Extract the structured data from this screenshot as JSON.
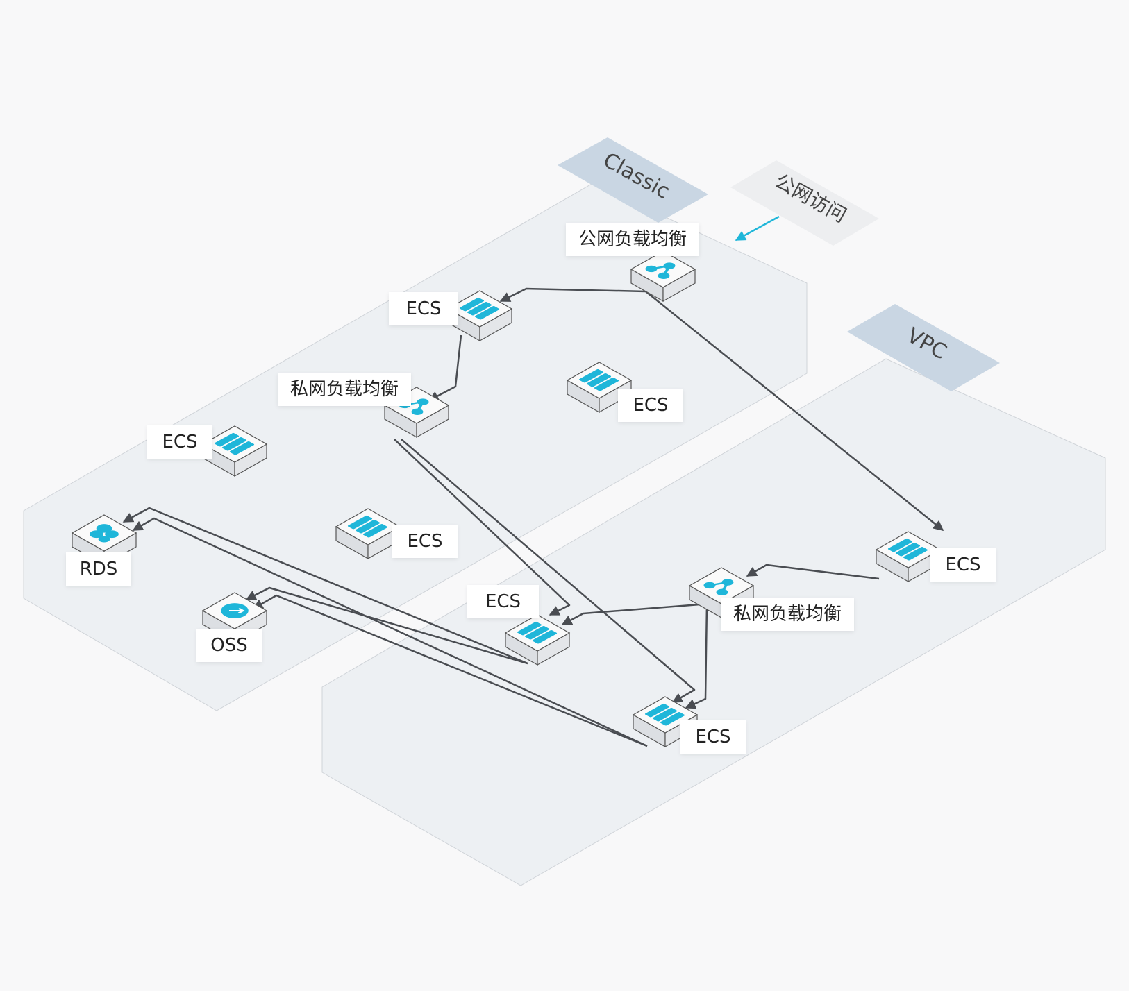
{
  "zones": {
    "classic": {
      "label": "Classic"
    },
    "vpc": {
      "label": "VPC"
    },
    "internet": {
      "label": "公网访问"
    }
  },
  "nodes": [
    {
      "id": "slb-public",
      "kind": "slb",
      "label": "公网负载均衡"
    },
    {
      "id": "ecs-1",
      "kind": "ecs",
      "label": "ECS"
    },
    {
      "id": "slb-private-classic",
      "kind": "slb",
      "label": "私网负载均衡"
    },
    {
      "id": "ecs-2",
      "kind": "ecs",
      "label": "ECS"
    },
    {
      "id": "ecs-3",
      "kind": "ecs",
      "label": "ECS"
    },
    {
      "id": "ecs-4",
      "kind": "ecs",
      "label": "ECS"
    },
    {
      "id": "rds",
      "kind": "rds",
      "label": "RDS"
    },
    {
      "id": "oss",
      "kind": "oss",
      "label": "OSS"
    },
    {
      "id": "ecs-5",
      "kind": "ecs",
      "label": "ECS"
    },
    {
      "id": "ecs-6",
      "kind": "ecs",
      "label": "ECS"
    },
    {
      "id": "slb-private-vpc",
      "kind": "slb",
      "label": "私网负载均衡"
    },
    {
      "id": "ecs-7",
      "kind": "ecs",
      "label": "ECS"
    }
  ],
  "edges": [
    {
      "from": "slb-public",
      "to": "ecs-1"
    },
    {
      "from": "slb-public",
      "to": "ecs-6"
    },
    {
      "from": "ecs-1",
      "to": "slb-private-classic"
    },
    {
      "from": "slb-private-classic",
      "to": "ecs-5"
    },
    {
      "from": "slb-private-classic",
      "to": "ecs-7"
    },
    {
      "from": "ecs-6",
      "to": "slb-private-vpc"
    },
    {
      "from": "slb-private-vpc",
      "to": "ecs-5"
    },
    {
      "from": "slb-private-vpc",
      "to": "ecs-7"
    },
    {
      "from": "ecs-5",
      "to": "rds"
    },
    {
      "from": "ecs-5",
      "to": "oss"
    },
    {
      "from": "ecs-7",
      "to": "rds"
    },
    {
      "from": "ecs-7",
      "to": "oss"
    }
  ],
  "colors": {
    "background": "#f8f8f9",
    "platform": "#edf0f3",
    "platform_stroke": "#cfd3d8",
    "zone_tag": "#c9d6e3",
    "internet_tag": "#edeef0",
    "accent_cyan": "#1fb6d9",
    "edge": "#4a4d52",
    "device_top": "#fafafa",
    "device_side": "#e4e6e9"
  }
}
